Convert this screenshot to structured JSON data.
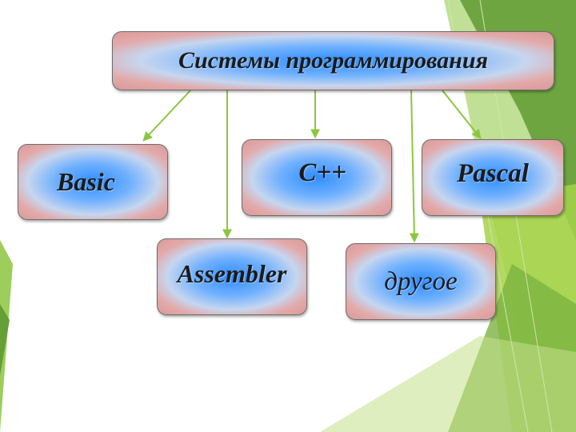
{
  "diagram": {
    "root": "Системы программирования",
    "children": [
      "Basic",
      "C++",
      "Pascal",
      "Assembler",
      "другое"
    ]
  },
  "colors": {
    "arrow": "#8cc63f",
    "accent_green": "#8cc63f",
    "node_center": "#2f8dff",
    "node_edge": "#d99a9a"
  }
}
